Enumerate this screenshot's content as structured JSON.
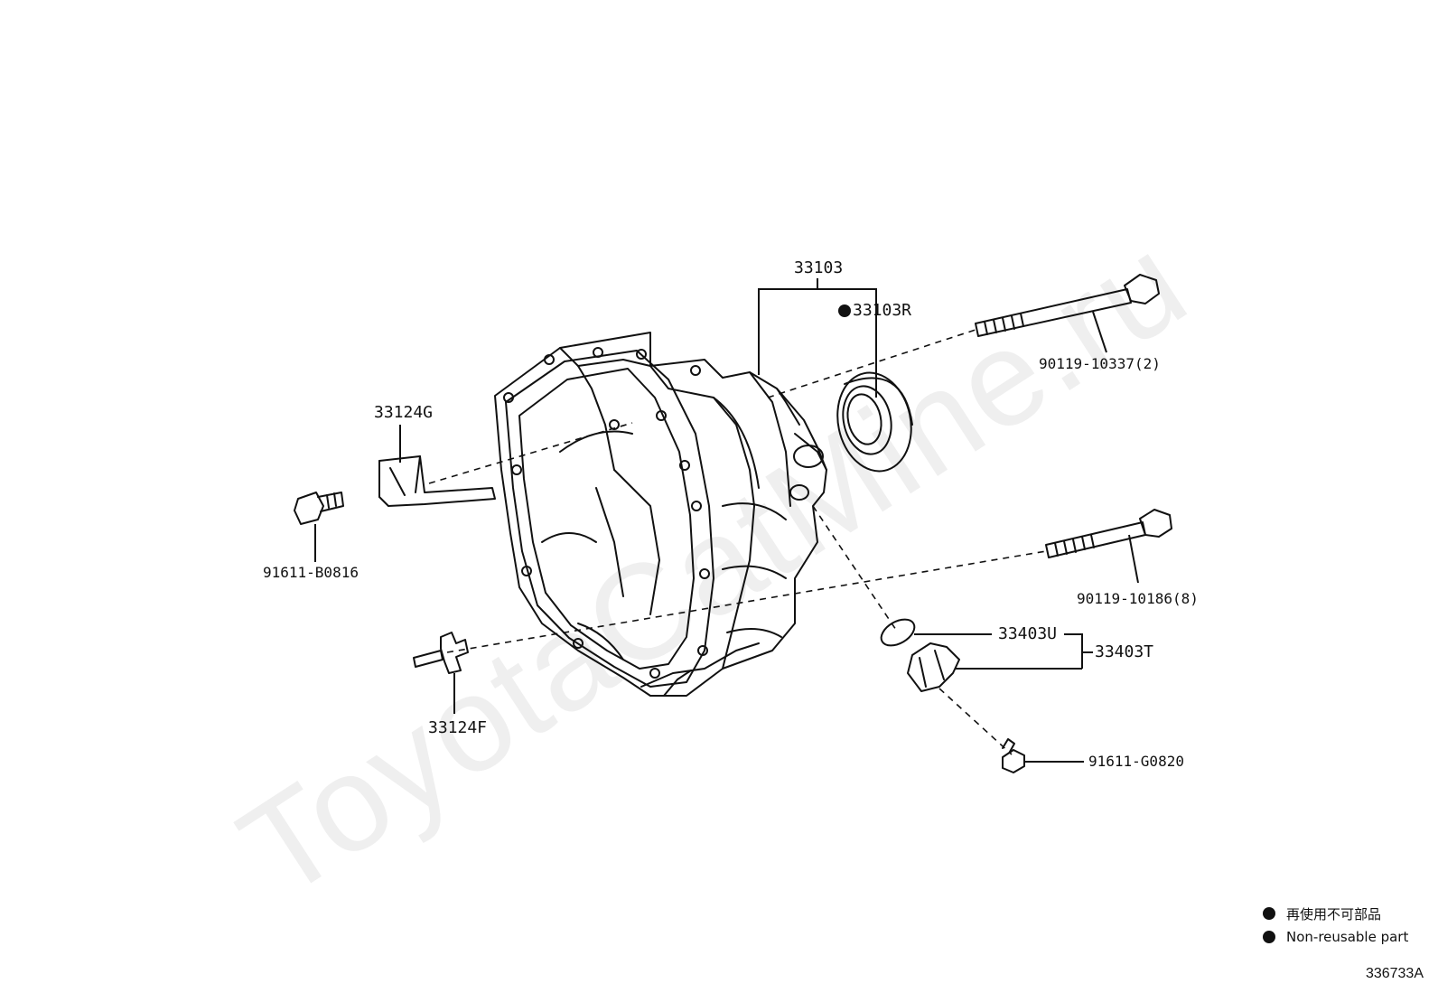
{
  "watermark": "ToyotaCatMine.ru",
  "labels": {
    "p33103": "33103",
    "p33103R": "33103R",
    "p90119_10337": "90119-10337(2)",
    "p33124G": "33124G",
    "p91611_B0816": "91611-B0816",
    "p90119_10186": "90119-10186(8)",
    "p33403U": "33403U",
    "p33403T": "33403T",
    "p33124F": "33124F",
    "p91611_G0820": "91611-G0820"
  },
  "legend": {
    "jp": "再使用不可部品",
    "en": "Non-reusable part"
  },
  "diagram_code": "336733A",
  "colors": {
    "line": "#111111",
    "watermark": "#efefef"
  }
}
